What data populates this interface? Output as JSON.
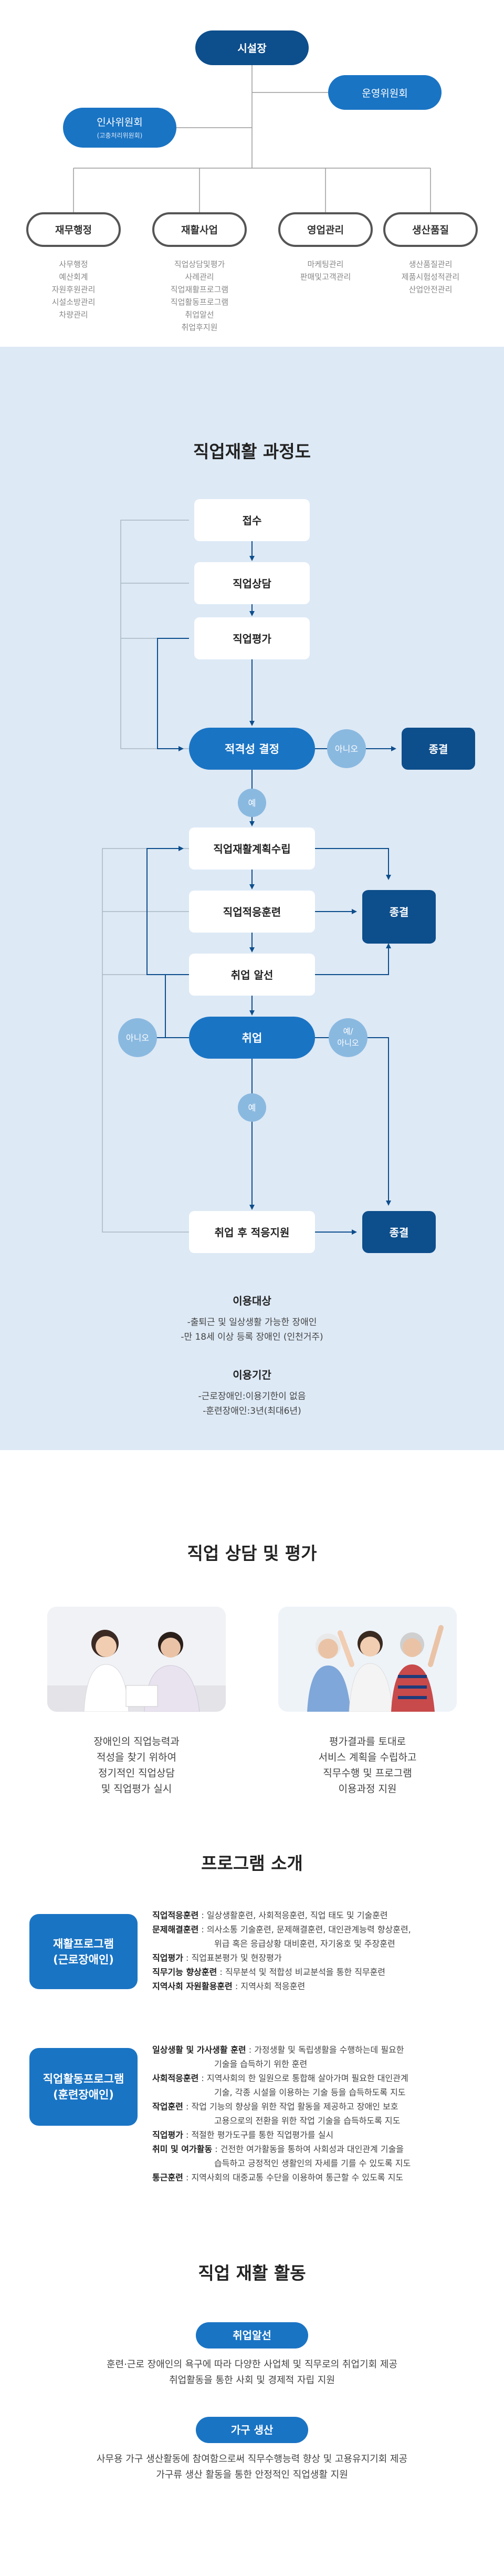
{
  "org": {
    "director": "시설장",
    "operating_committee": "운영위원회",
    "hr_committee": "인사위원회",
    "hr_committee_sub": "(고충처리위원회)",
    "departments": [
      {
        "name": "재무행정",
        "items": [
          "사무행정",
          "예산회계",
          "자원후원관리",
          "시설소방관리",
          "차량관리"
        ]
      },
      {
        "name": "재활사업",
        "items": [
          "직업상담및평가",
          "사례관리",
          "직업재활프로그램",
          "직업활동프로그램",
          "취업알선",
          "취업후지원"
        ]
      },
      {
        "name": "영업관리",
        "items": [
          "마케팅관리",
          "판매및고객관리"
        ]
      },
      {
        "name": "생산품질",
        "items": [
          "생산품질관리",
          "제품시험성적관리",
          "산업안전관리"
        ]
      }
    ]
  },
  "process": {
    "title": "직업재활 과정도",
    "nodes": {
      "intake": "접수",
      "consult": "직업상담",
      "evaluate": "직업평가",
      "decision": "적격성 결정",
      "plan": "직업재활계획수립",
      "adapt": "직업적응훈련",
      "placement": "취업 알선",
      "employ": "취업",
      "followup": "취업 후 적응지원",
      "end1": "종결",
      "end2": "종결",
      "end3": "종결"
    },
    "labels": {
      "no1": "아니오",
      "yes1": "예",
      "no2": "아니오",
      "yesno": "예/\n아니오",
      "yes2": "예"
    },
    "target_title": "이용대상",
    "target_items": [
      "-출퇴근 및 일상생활 가능한 장애인",
      "-만 18세 이상 등록 장애인 (인천거주)"
    ],
    "period_title": "이용기간",
    "period_items": [
      "-근로장애인:이용기한이 없음",
      "-훈련장애인:3년(최대6년)"
    ]
  },
  "counsel": {
    "title": "직업 상담 및 평가",
    "left_caption": [
      "장애인의 직업능력과",
      "적성을 찾기 위하여",
      "정기적인 직업상담",
      "및 직업평가 실시"
    ],
    "right_caption": [
      "평가결과를 토대로",
      "서비스 계획을 수립하고",
      "직무수행 및 프로그램",
      "이용과정 지원"
    ]
  },
  "program": {
    "title": "프로그램 소개",
    "group1": {
      "badge_line1": "재활프로그램",
      "badge_line2": "(근로장애인)",
      "rows": [
        {
          "label": "직업적응훈련",
          "text": " : 일상생활훈련, 사회적응훈련, 직업 태도 및 기술훈련"
        },
        {
          "label": "문제해결훈련",
          "text": " : 의사소통 기술훈련, 문제해결훈련, 대인관계능력 향상훈련,",
          "cont": "위급 혹은 응급상황 대비훈련, 자기옹호 및 주장훈련"
        },
        {
          "label": "직업평가",
          "text": " : 직업표본평가 및 현장평가"
        },
        {
          "label": "직무기능 향상훈련",
          "text": " : 직무분석 및 적합성 비교분석을 통한 직무훈련"
        },
        {
          "label": "지역사회 자원활용훈련",
          "text": " : 지역사회 적응훈련"
        }
      ]
    },
    "group2": {
      "badge_line1": "직업활동프로그램",
      "badge_line2": "(훈련장애인)",
      "rows": [
        {
          "label": "일상생활 및 가사생활 훈련",
          "text": " : 가정생활 및 독립생활을 수행하는데 필요한",
          "cont": "기술을 습득하기 위한 훈련"
        },
        {
          "label": "사회적응훈련",
          "text": " : 지역사회의 한 일원으로 통합해 살아가며 필요한 대인관계",
          "cont": "기술, 각종 시설을 이용하는 기술 등을 습득하도록 지도"
        },
        {
          "label": "작업훈련",
          "text": " : 작업 기능의 향상을 위한 작업 활동을 제공하고 장애인 보호",
          "cont": "고용으로의 전환을 위한 작업 기술을 습득하도록 지도"
        },
        {
          "label": "직업평가",
          "text": " : 적절한 평가도구를 통한 직업평가를 실시"
        },
        {
          "label": "취미 및 여가활동",
          "text": " : 건전한 여가활동을 통하여 사회성과 대인관계 기술을",
          "cont": "습득하고 긍정적인 생활인의 자세를 기를 수 있도록 지도"
        },
        {
          "label": "통근훈련",
          "text": " : 지역사회의 대중교통 수단을 이용하여 통근할 수 있도록 지도"
        }
      ]
    }
  },
  "activity": {
    "title": "직업 재활 활동",
    "items": [
      {
        "label": "취업알선",
        "desc": [
          "훈련·근로 장애인의 욕구에 따라 다양한 사업체 및 직무로의 취업기회 제공",
          "취업활동을 통한 사회 및 경제적 자립 지원"
        ]
      },
      {
        "label": "가구 생산",
        "desc": [
          "사무용 가구 생산활동에 참여함으로써 직무수행능력 향상 및 고용유지기회 제공",
          "가구류 생산 활동을 통한 안정적인 직업생활 지원"
        ]
      }
    ]
  },
  "colors": {
    "navy": "#0d4e8c",
    "blue": "#1a74c4",
    "light_circle": "#8ab9e0",
    "process_bg": "#dde9f5"
  }
}
